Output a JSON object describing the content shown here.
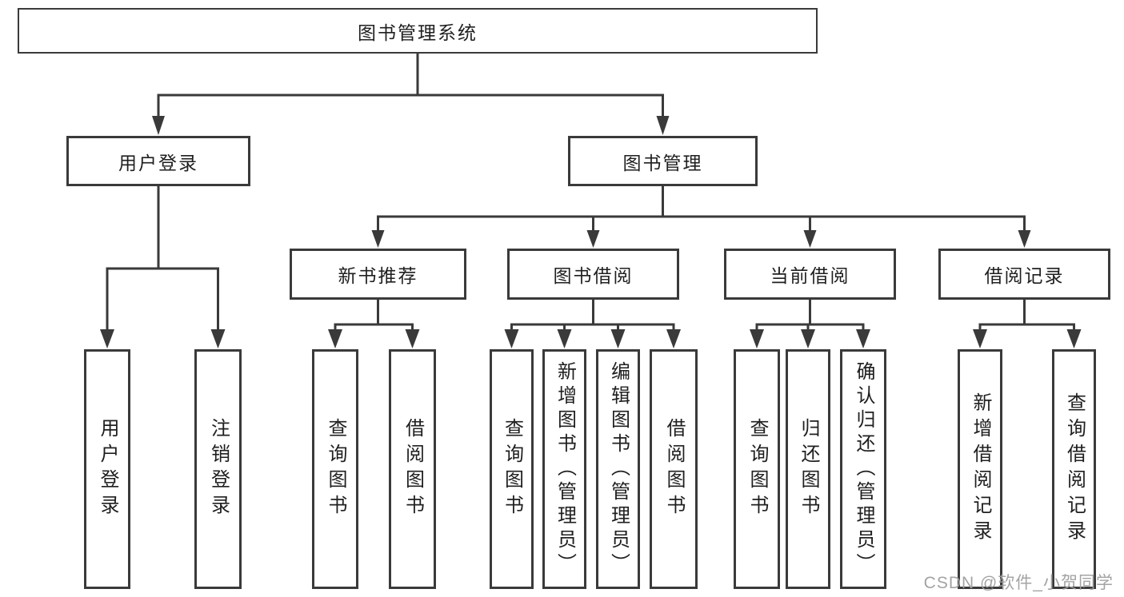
{
  "diagram": {
    "root": "图书管理系统",
    "level2": {
      "user_login": "用户登录",
      "book_management": "图书管理"
    },
    "login_children": [
      "用户登录",
      "注销登录"
    ],
    "groups": [
      {
        "label": "新书推荐",
        "children": [
          "查询图书",
          "借阅图书"
        ]
      },
      {
        "label": "图书借阅",
        "children": [
          "查询图书",
          "新增图书（管理员）",
          "编辑图书（管理员）",
          "借阅图书"
        ]
      },
      {
        "label": "当前借阅",
        "children": [
          "查询图书",
          "归还图书",
          "确认归还（管理员）"
        ]
      },
      {
        "label": "借阅记录",
        "children": [
          "新增借阅记录",
          "查询借阅记录"
        ]
      }
    ]
  },
  "watermark": "CSDN @软件_小贺同学",
  "colors": {
    "line": "#3a3a3a",
    "box_border": "#3a3a3a",
    "text": "#1f1f1f",
    "background": "#ffffff",
    "watermark": "#9e9e9e"
  }
}
